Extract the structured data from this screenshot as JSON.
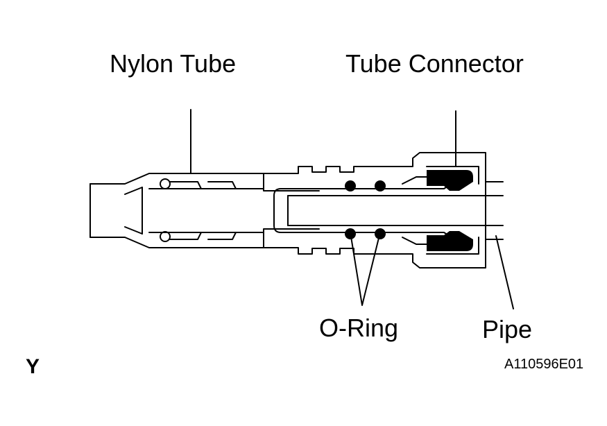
{
  "labels": {
    "nylon_tube": "Nylon Tube",
    "tube_connector": "Tube Connector",
    "o_ring": "O-Ring",
    "pipe": "Pipe"
  },
  "marks": {
    "corner_letter": "Y",
    "figure_code": "A110596E01"
  },
  "colors": {
    "line": "#000000",
    "fill_black": "#000000",
    "background": "#ffffff"
  }
}
